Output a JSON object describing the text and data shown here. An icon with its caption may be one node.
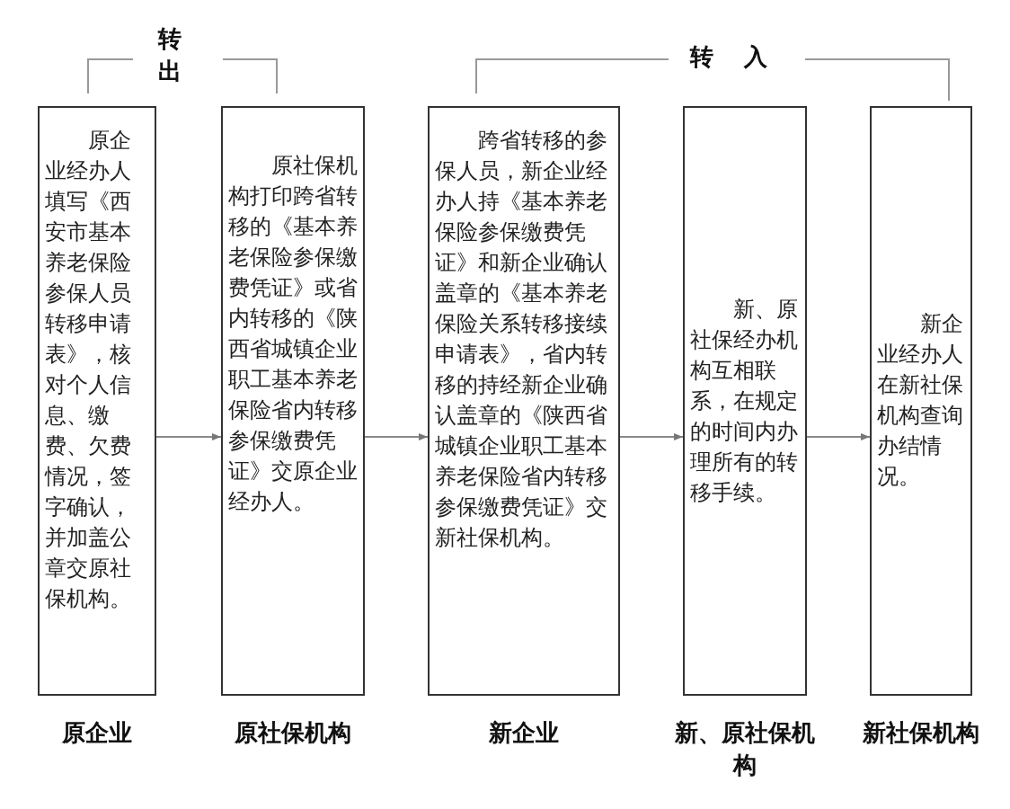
{
  "diagram": {
    "nodes": [
      {
        "text": [
          "原企业经办人填写《西安市基本养老保险参保人员转移申请表》，核对个人信息、缴费、欠费情况，签字确认，并加盖公章交原社保机构。"
        ],
        "beside": [
          "原企业"
        ]
      },
      {
        "text": [
          "原社保机构打印跨省转移的《基本养老保险参保缴费凭证》或省内转移的《陕西省城镇企业职工基本养老保险省内转移参保缴费凭证》交原企业经办人。"
        ],
        "beside": [
          "原社保机构"
        ]
      },
      {
        "text": [
          "跨省转移的参保人员，新企业经办人持《基本养老保险参保缴费凭证》和新企业确认盖章的《基本养老保险关系转移接续申请表》，省内转移的持经新企业确认盖章的《陕西省城镇企业职工基本养老保险省内转移参保缴费凭证》交新社保机构。"
        ],
        "beside": [
          "新企业"
        ]
      },
      {
        "text": [
          "新、原社保经办机构互相联系，在规定的时间内办理所有的转移手续。"
        ],
        "beside": [
          "新、原社保机构"
        ]
      },
      {
        "text": [
          "新企业经办人在新社保机构查询办结情况。"
        ],
        "beside": [
          "新社保机构"
        ]
      }
    ],
    "edges": [
      {
        "from": 0,
        "to": 1,
        "arrow": "to"
      },
      {
        "from": 1,
        "to": 2,
        "arrow": "to"
      },
      {
        "from": 2,
        "to": 3,
        "arrow": "to"
      },
      {
        "from": 3,
        "to": 4,
        "arrow": "to"
      }
    ],
    "labels": [
      "转出",
      "转入"
    ]
  }
}
